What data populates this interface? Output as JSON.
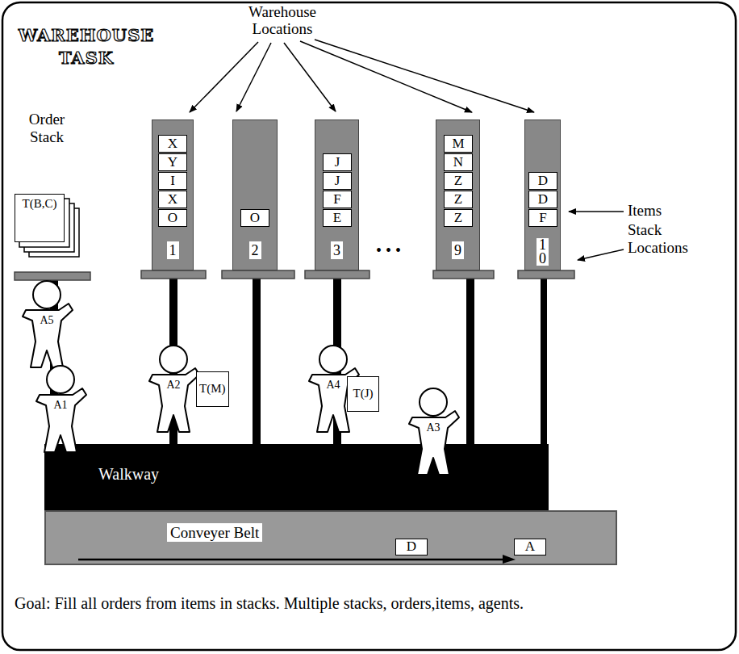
{
  "diagram": {
    "title": "WAREHOUSE TASK",
    "caption": "Goal: Fill all orders from items in stacks. Multiple stacks, orders,items, agents.",
    "nodes": [
      {
        "text": [
          "1"
        ]
      },
      {
        "text": [
          "X"
        ],
        "in": 0
      },
      {
        "text": [
          "Y"
        ],
        "in": 0
      },
      {
        "text": [
          "I"
        ],
        "in": 0
      },
      {
        "text": [
          "X"
        ],
        "in": 0
      },
      {
        "text": [
          "O"
        ],
        "in": 0
      },
      {
        "text": [
          "2"
        ]
      },
      {
        "text": [
          "O"
        ],
        "in": 6
      },
      {
        "text": [
          "3"
        ]
      },
      {
        "text": [
          "J"
        ],
        "in": 8
      },
      {
        "text": [
          "J"
        ],
        "in": 8
      },
      {
        "text": [
          "F"
        ],
        "in": 8
      },
      {
        "text": [
          "E"
        ],
        "in": 8
      },
      {
        "text": [
          "9"
        ]
      },
      {
        "text": [
          "M"
        ],
        "in": 13
      },
      {
        "text": [
          "N"
        ],
        "in": 13
      },
      {
        "text": [
          "Z"
        ],
        "in": 13
      },
      {
        "text": [
          "Z"
        ],
        "in": 13
      },
      {
        "text": [
          "Z"
        ],
        "in": 13
      },
      {
        "text": [
          "10"
        ]
      },
      {
        "text": [
          "D"
        ],
        "in": 19
      },
      {
        "text": [
          "D"
        ],
        "in": 19
      },
      {
        "text": [
          "F"
        ],
        "in": 19
      },
      {
        "text": [
          "T(B,C)"
        ]
      },
      {
        "text": [
          "A5"
        ]
      },
      {
        "text": [
          "A1"
        ]
      },
      {
        "text": [
          "A2"
        ]
      },
      {
        "text": [
          "T(M)"
        ]
      },
      {
        "text": [
          "A4"
        ]
      },
      {
        "text": [
          "T(J)"
        ]
      },
      {
        "text": [
          "A3"
        ]
      },
      {
        "text": [
          "Walkway"
        ]
      },
      {
        "text": [
          "Conveyer Belt"
        ]
      },
      {
        "text": [
          "D"
        ],
        "in": 32
      },
      {
        "text": [
          "A"
        ],
        "in": 32
      }
    ],
    "labels": [
      "Warehouse Locations",
      "Order Stack",
      "• • •",
      "Items",
      "Stack Locations"
    ]
  }
}
